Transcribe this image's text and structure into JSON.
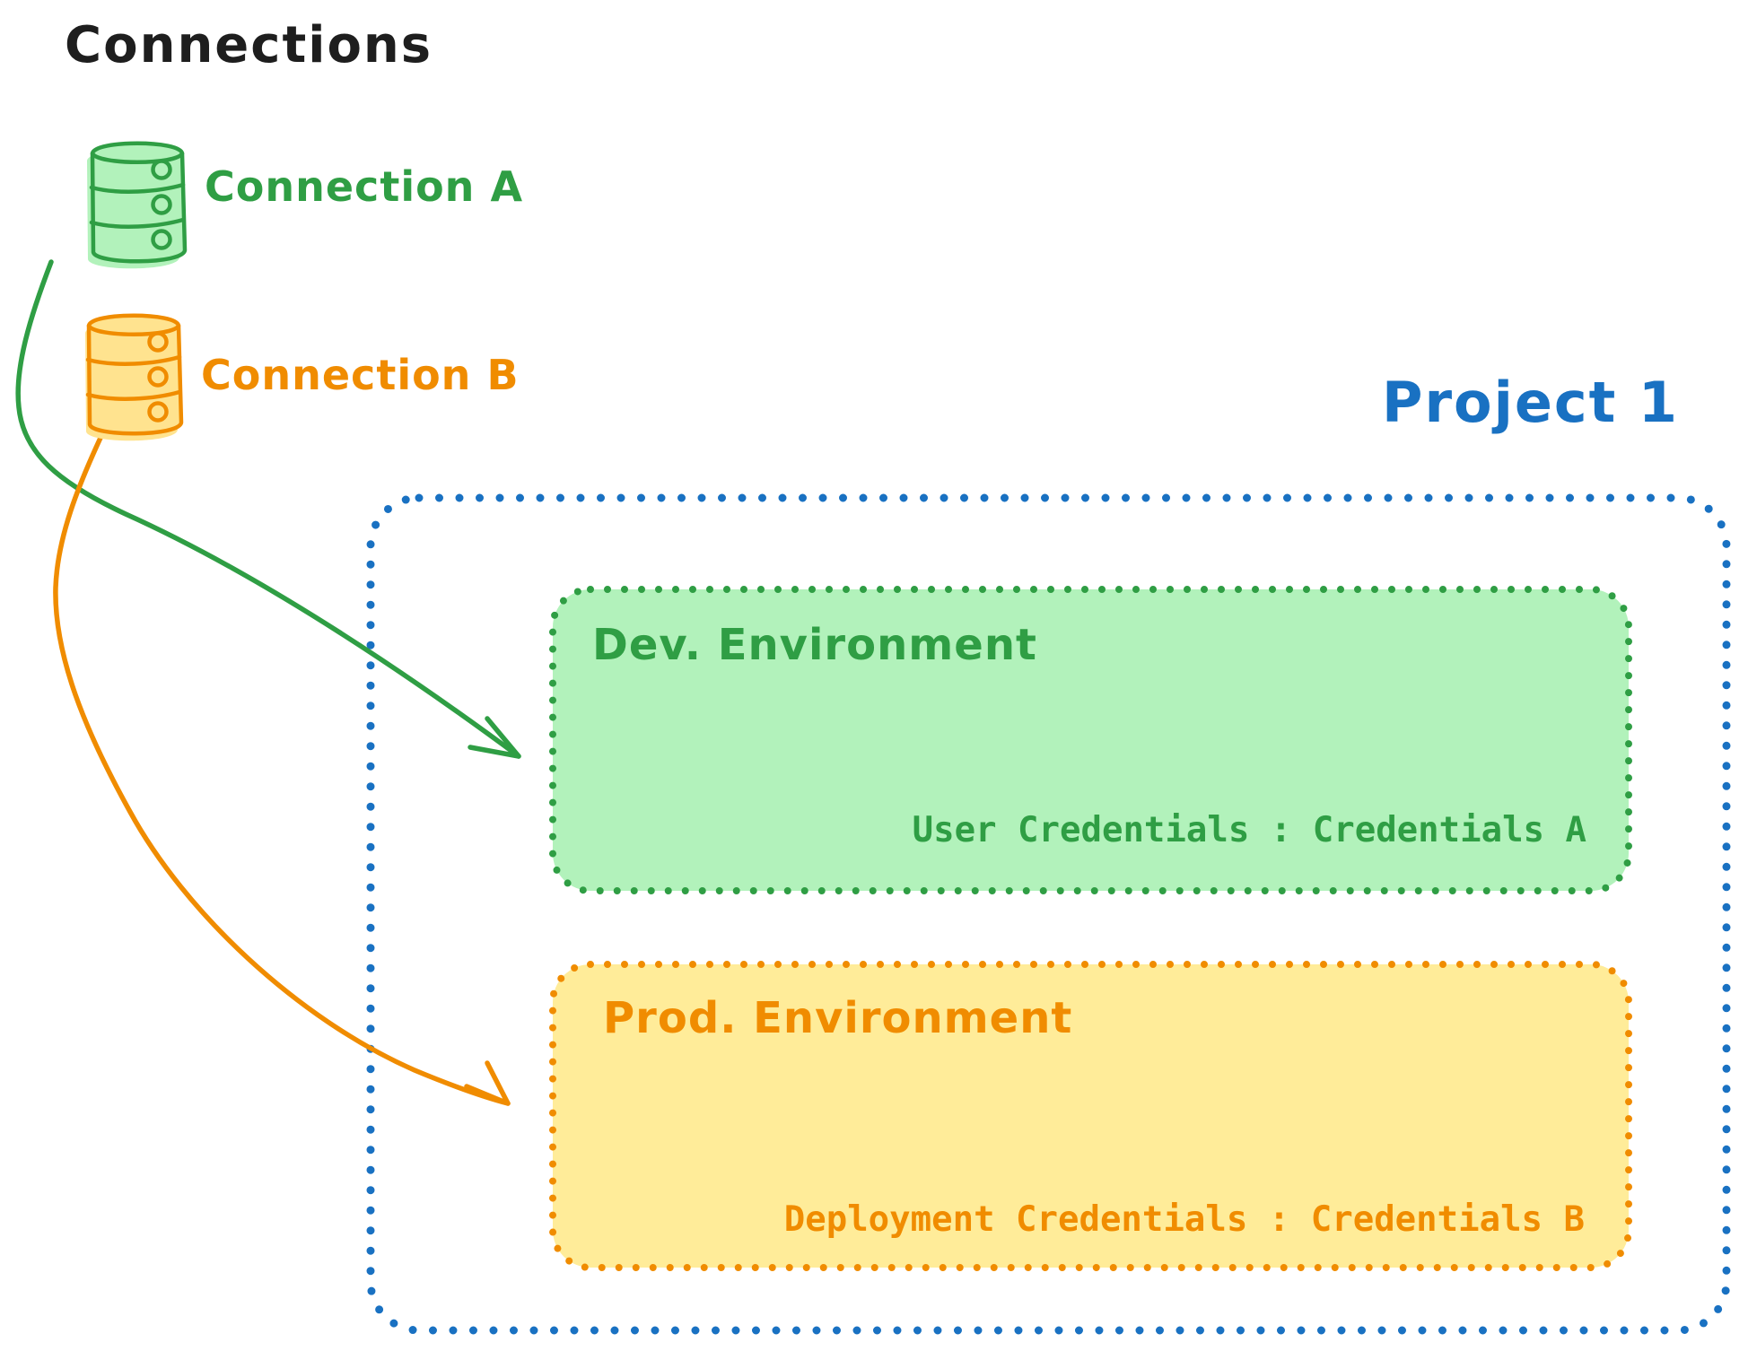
{
  "heading": "Connections",
  "colors": {
    "ink": "#1e1e1e",
    "green": "#2f9e44",
    "green_bg": "#b2f2bb",
    "orange": "#f08c00",
    "orange_bg": "#ffec99",
    "orange_cylinder_bg": "#ffe38f",
    "blue": "#1971c2"
  },
  "connections": {
    "items": [
      {
        "label": "Connection A"
      },
      {
        "label": "Connection B"
      }
    ]
  },
  "project": {
    "title": "Project 1",
    "environments": [
      {
        "name": "Dev. Environment",
        "credentials": "User Credentials : Credentials A"
      },
      {
        "name": "Prod. Environment",
        "credentials": "Deployment Credentials : Credentials B"
      }
    ]
  }
}
